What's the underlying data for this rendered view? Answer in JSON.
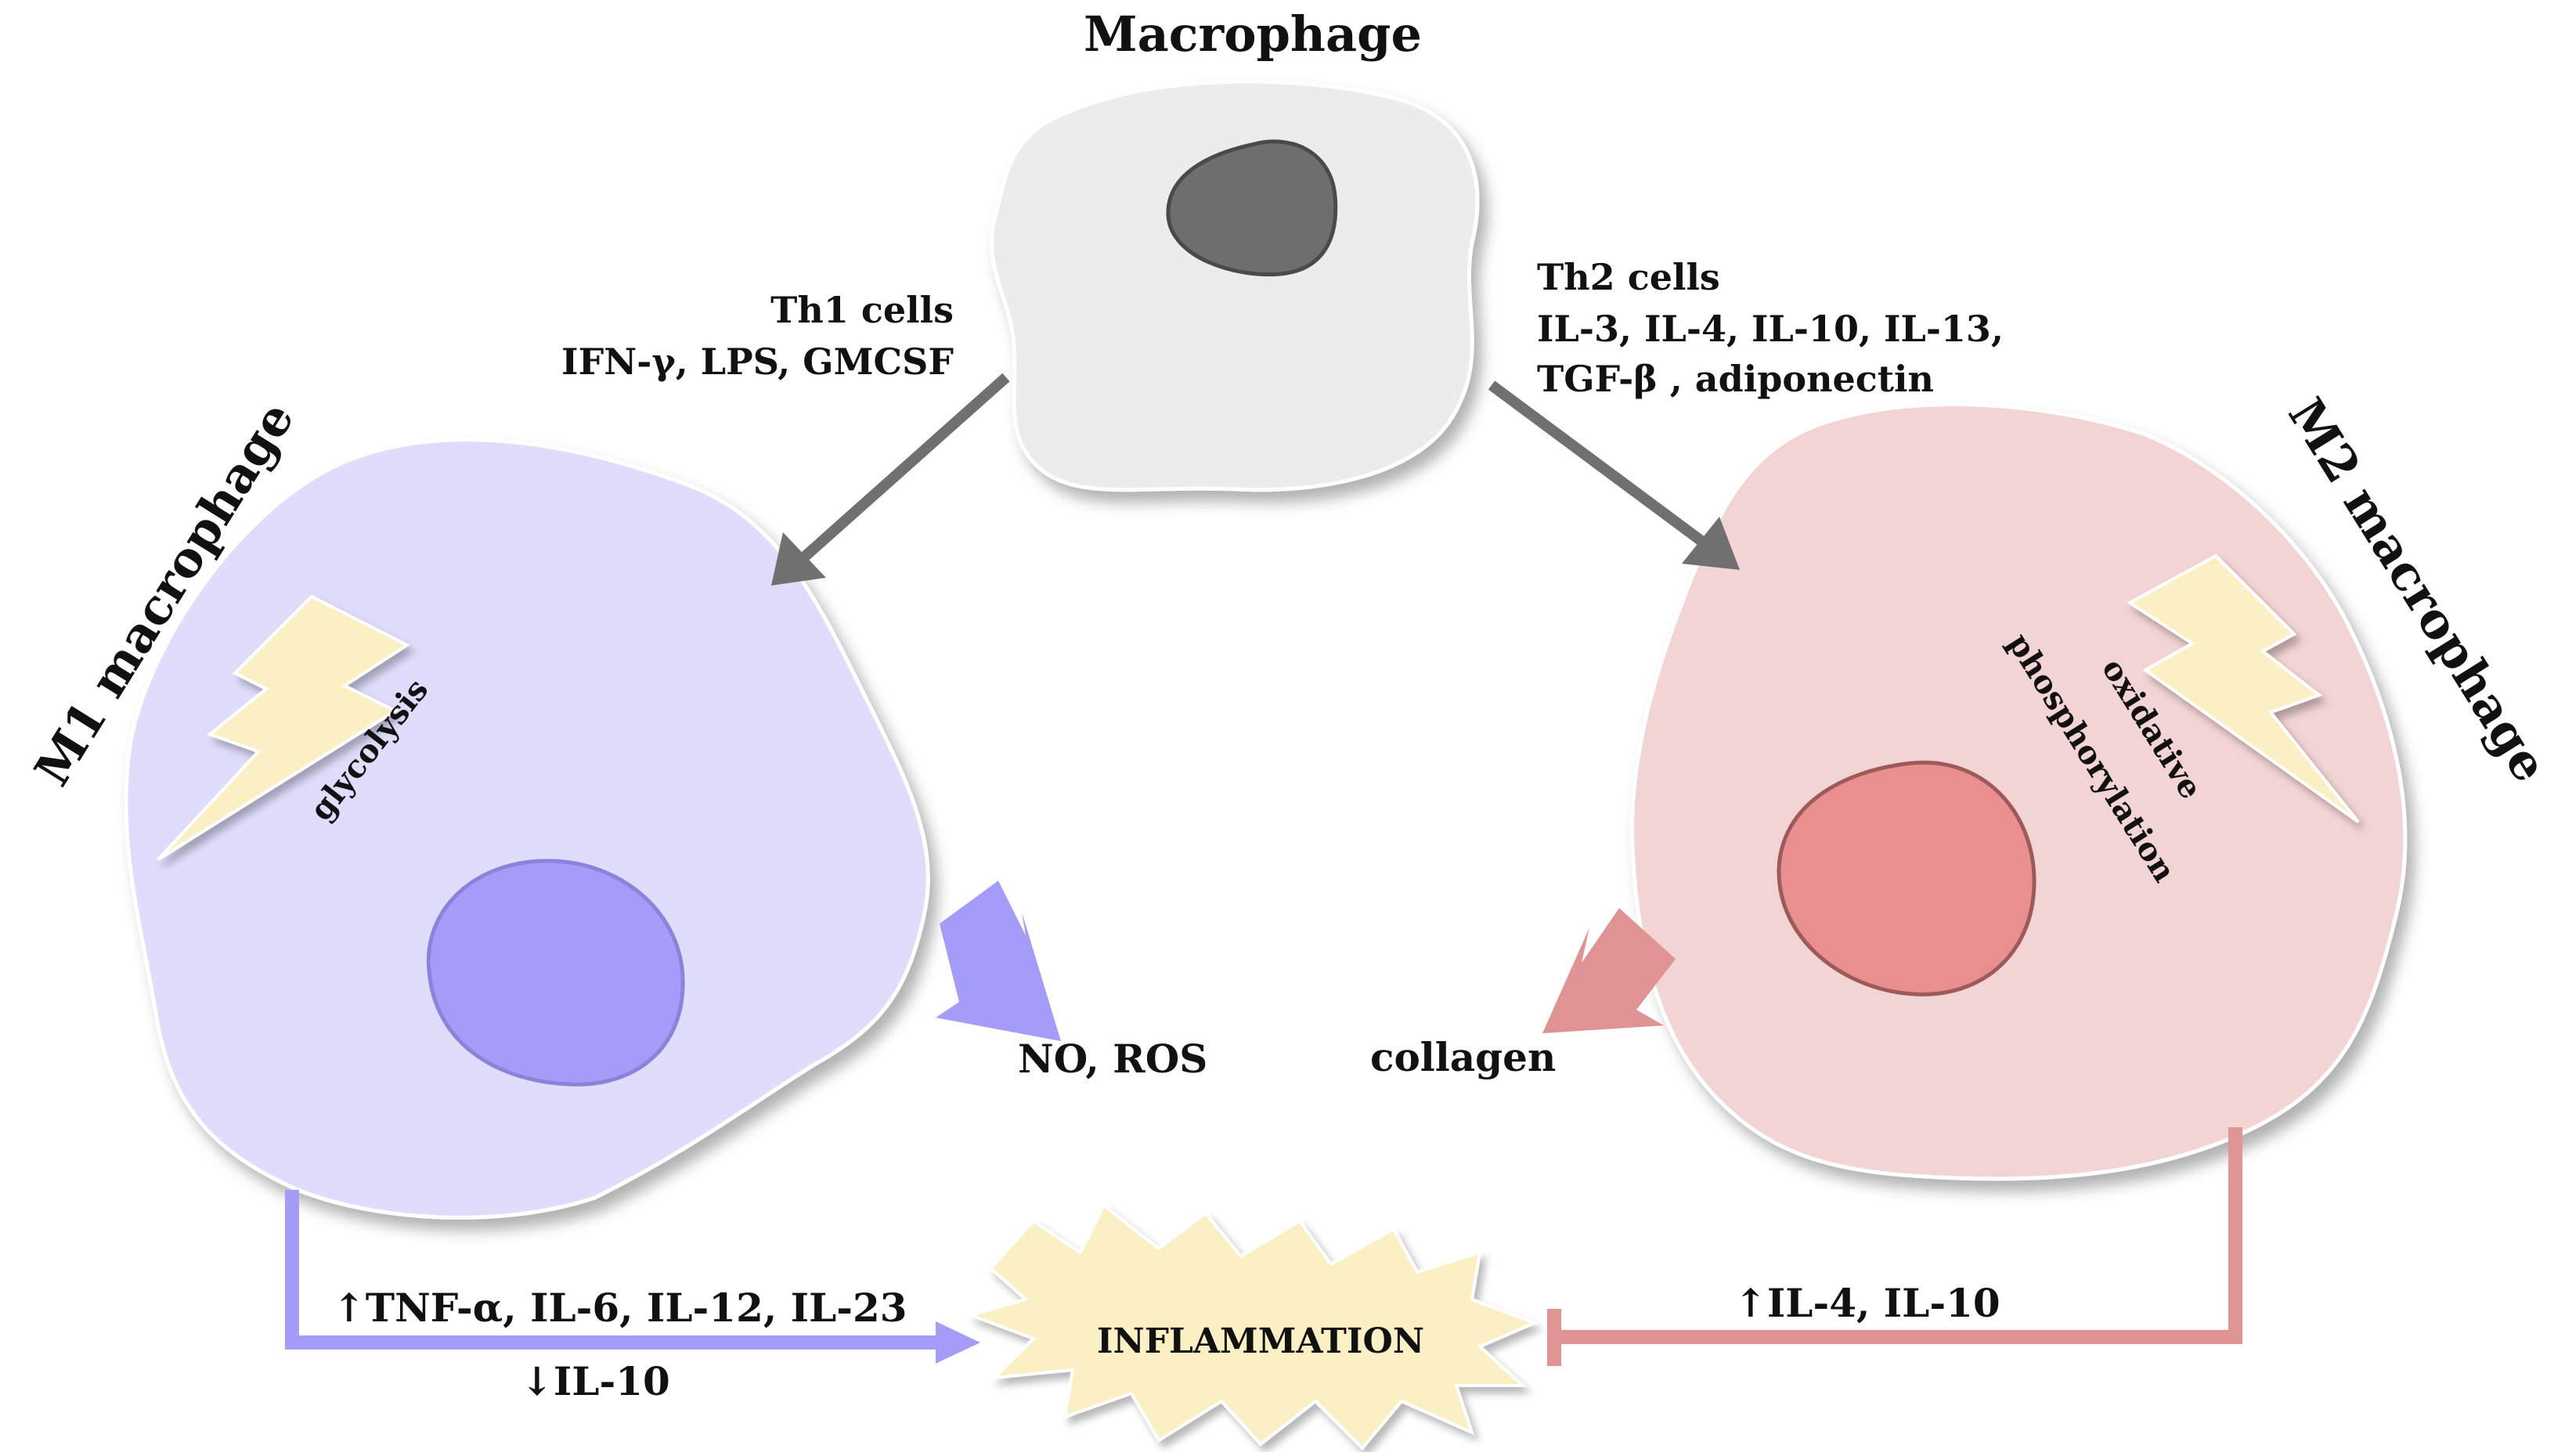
{
  "title": "Macrophage",
  "m1": {
    "title": "M1 macrophage",
    "inducers_line1": "Th1 cells",
    "inducers_line2": "IFN-γ, LPS, GMCSF",
    "metabolism": "glycolysis",
    "products": "NO, ROS",
    "cytokines_up": "↑TNF-α, IL-6, IL-12, IL-23",
    "cytokines_down": "↓IL-10"
  },
  "m2": {
    "title": "M2 macrophage",
    "inducers_line1": "Th2 cells",
    "inducers_line2": "IL-3, IL-4, IL-10, IL-13,",
    "inducers_line3": "TGF-β , adiponectin",
    "metabolism_line1": "oxidative",
    "metabolism_line2": "phosphorylation",
    "products": "collagen",
    "cytokines_up": "↑IL-4, IL-10"
  },
  "center": {
    "label": "INFLAMMATION"
  },
  "colors": {
    "m0_cell": "#ececec",
    "m0_nucleus": "#6e6e6e",
    "m1_cell": "#e0dcfb",
    "m1_nucleus": "#a59cfa",
    "m1_arrow": "#a59cfa",
    "m2_cell": "#f2d4d4",
    "m2_nucleus": "#ea8f8f",
    "m2_arrow": "#e09393",
    "bolt": "#fbefc4",
    "gray_arrow": "#707070"
  }
}
